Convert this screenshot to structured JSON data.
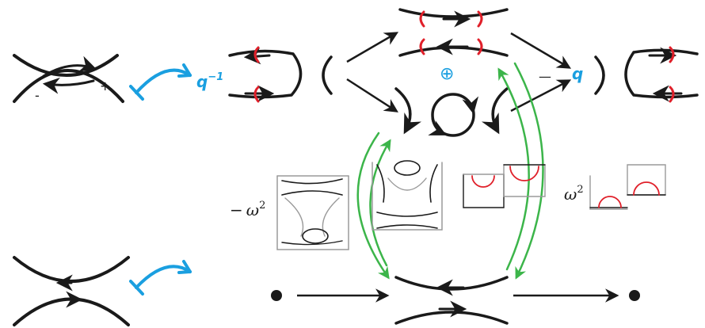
{
  "labels": {
    "minus": "-",
    "plus": "+",
    "q_inverse_base": "q",
    "q_inverse_exp": "−1",
    "q": "q",
    "minus_q_sign": "—",
    "oplus": "⊕",
    "minus_omega_sign": "−",
    "omega": "ω",
    "omega_exp": "2",
    "omega2": "ω",
    "omega2_exp": "2"
  },
  "colors": {
    "strand": "#1a1a1a",
    "q_blue": "#1a9fe0",
    "arrow_green": "#3cb54a",
    "mark_red": "#e0202a",
    "foam_gray": "#9a9a9a"
  }
}
